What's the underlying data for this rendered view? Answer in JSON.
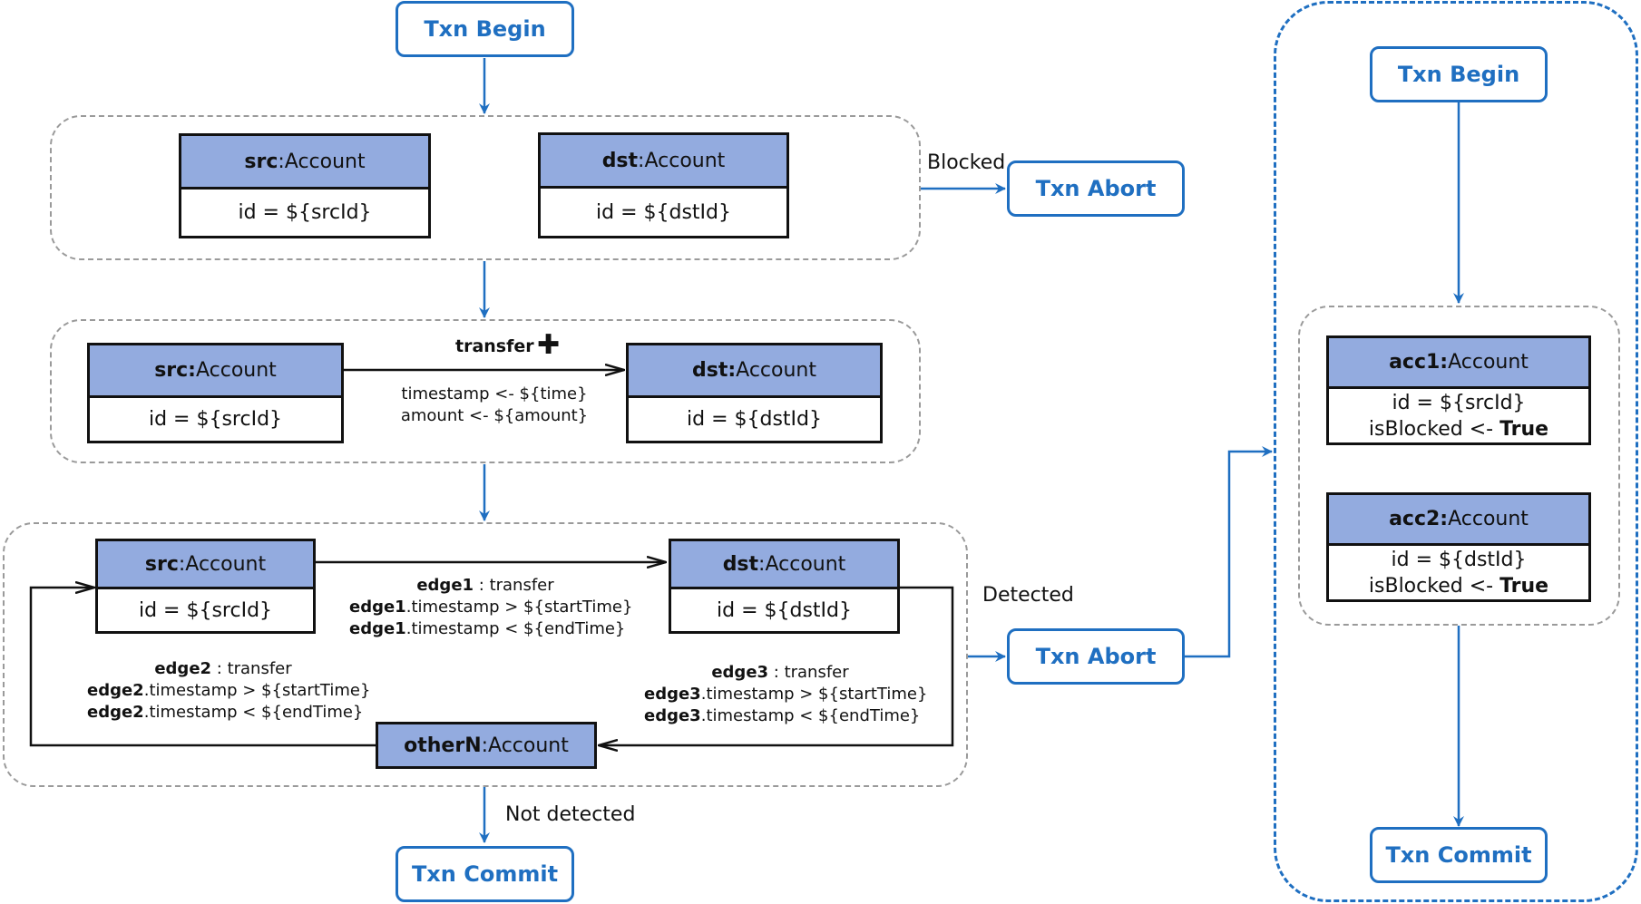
{
  "left_flow": {
    "begin": "Txn Begin",
    "commit": "Txn Commit",
    "abort_blocked": "Txn Abort",
    "abort_detected": "Txn Abort",
    "blocked_label": "Blocked",
    "detected_label": "Detected",
    "not_detected_label": "Not detected"
  },
  "group1": {
    "src": {
      "name": "src",
      "sep": ": ",
      "type": "Account",
      "id": "id = ${srcId}"
    },
    "dst": {
      "name": "dst",
      "sep": ": ",
      "type": "Account",
      "id": "id = ${dstId}"
    }
  },
  "group2": {
    "src": {
      "name": "src:",
      "sep": " ",
      "type": "Account",
      "id": "id = ${srcId}"
    },
    "dst": {
      "name": "dst:",
      "sep": " ",
      "type": "Account",
      "id": "id = ${dstId}"
    },
    "edge_label": "transfer",
    "plus_icon": "✚",
    "prop1": "timestamp <- ${time}",
    "prop2": "amount <- ${amount}"
  },
  "group3": {
    "src": {
      "name": "src",
      "sep": " : ",
      "type": "Account",
      "id": "id = ${srcId}"
    },
    "dst": {
      "name": "dst",
      "sep": " : ",
      "type": "Account",
      "id": "id = ${dstId}"
    },
    "other": {
      "name": "otherN",
      "sep": " : ",
      "type": "Account"
    },
    "edge1": {
      "name": "edge1",
      "type": " : transfer",
      "cond1": ".timestamp > ${startTime}",
      "cond2": ".timestamp < ${endTime}"
    },
    "edge2": {
      "name": "edge2",
      "type": " : transfer",
      "cond1": ".timestamp > ${startTime}",
      "cond2": ".timestamp < ${endTime}"
    },
    "edge3": {
      "name": "edge3",
      "type": " : transfer",
      "cond1": ".timestamp > ${startTime}",
      "cond2": ".timestamp < ${endTime}"
    }
  },
  "right_flow": {
    "begin": "Txn Begin",
    "commit": "Txn Commit",
    "acc1": {
      "name": "acc1:",
      "sep": " ",
      "type": "Account",
      "id": "id = ${srcId}",
      "blocked": "isBlocked <- ",
      "blocked_val": "True"
    },
    "acc2": {
      "name": "acc2:",
      "sep": " ",
      "type": "Account",
      "id": "id = ${dstId}",
      "blocked": "isBlocked <- ",
      "blocked_val": "True"
    }
  },
  "colors": {
    "accent": "#1f6fc1",
    "node_header": "#93abdf",
    "dashed_border": "#9a9a9a"
  }
}
